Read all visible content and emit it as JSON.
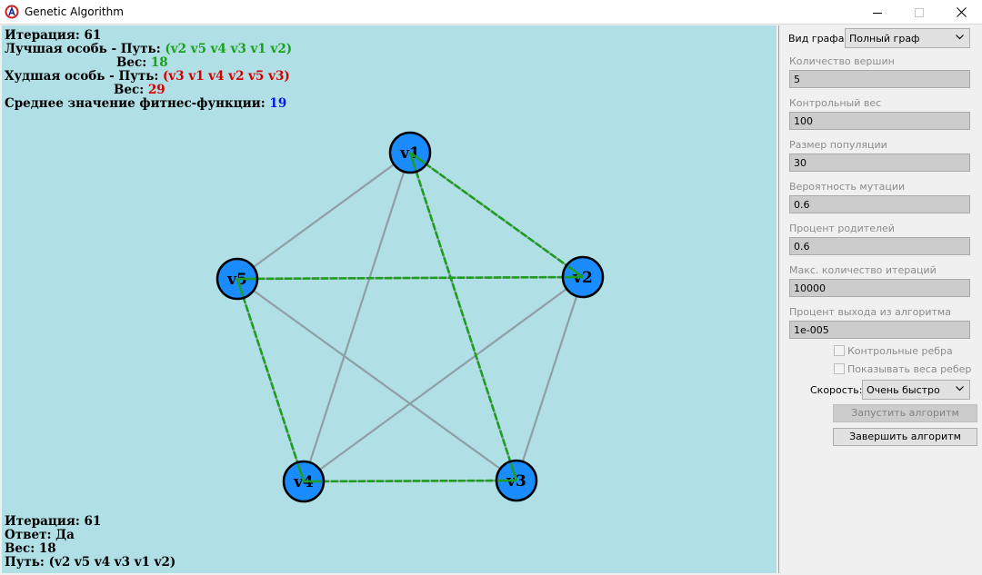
{
  "window": {
    "title": "Genetic Algorithm"
  },
  "info_top": {
    "iteration_line": "Итерация: 61",
    "best_label": "Лучшая особь - Путь:",
    "best_path": "(v2 v5 v4 v3 v1 v2)",
    "best_weight_label": "Вес:",
    "best_weight": "18",
    "worst_label": "Худшая особь - Путь:",
    "worst_path": "(v3 v1 v4 v2 v5 v3)",
    "worst_weight_label": "Вес:",
    "worst_weight": "29",
    "avg_label": "Среднее значение фитнес-функции:",
    "avg_value": "19"
  },
  "info_bottom": {
    "iteration_line": "Итерация: 61",
    "answer_line": "Ответ: Да",
    "weight_line": "Вес: 18",
    "path_line": "Путь: (v2 v5 v4 v3 v1 v2)"
  },
  "graph": {
    "nodes": [
      {
        "id": "v1",
        "label": "v1"
      },
      {
        "id": "v2",
        "label": "v2"
      },
      {
        "id": "v3",
        "label": "v3"
      },
      {
        "id": "v4",
        "label": "v4"
      },
      {
        "id": "v5",
        "label": "v5"
      }
    ],
    "edges": [
      [
        "v1",
        "v2"
      ],
      [
        "v1",
        "v3"
      ],
      [
        "v1",
        "v4"
      ],
      [
        "v1",
        "v5"
      ],
      [
        "v2",
        "v3"
      ],
      [
        "v2",
        "v4"
      ],
      [
        "v2",
        "v5"
      ],
      [
        "v3",
        "v4"
      ],
      [
        "v3",
        "v5"
      ],
      [
        "v4",
        "v5"
      ]
    ],
    "best_path": [
      "v2",
      "v5",
      "v4",
      "v3",
      "v1",
      "v2"
    ],
    "colors": {
      "node_fill": "#1a8cff",
      "node_stroke": "#000000",
      "edge": "#8f9fa6",
      "path": "#1e9e1e",
      "background": "#b0dfe5"
    }
  },
  "panel": {
    "graph_type_label": "Вид графа:",
    "graph_type_value": "Полный граф",
    "vertices_label": "Количество вершин",
    "vertices_value": "5",
    "control_weight_label": "Контрольный вес",
    "control_weight_value": "100",
    "population_label": "Размер популяции",
    "population_value": "30",
    "mutation_label": "Вероятность мутации",
    "mutation_value": "0.6",
    "parents_label": "Процент родителей",
    "parents_value": "0.6",
    "max_iter_label": "Макс. количество итераций",
    "max_iter_value": "10000",
    "exit_pct_label": "Процент выхода из алгоритма",
    "exit_pct_value": "1e-005",
    "control_edges_label": "Контрольные ребра",
    "control_edges_checked": false,
    "show_weights_label": "Показывать веса ребер",
    "show_weights_checked": false,
    "speed_label": "Скорость:",
    "speed_value": "Очень быстро",
    "start_button": "Запустить алгоритм",
    "finish_button": "Завершить алгоритм"
  }
}
